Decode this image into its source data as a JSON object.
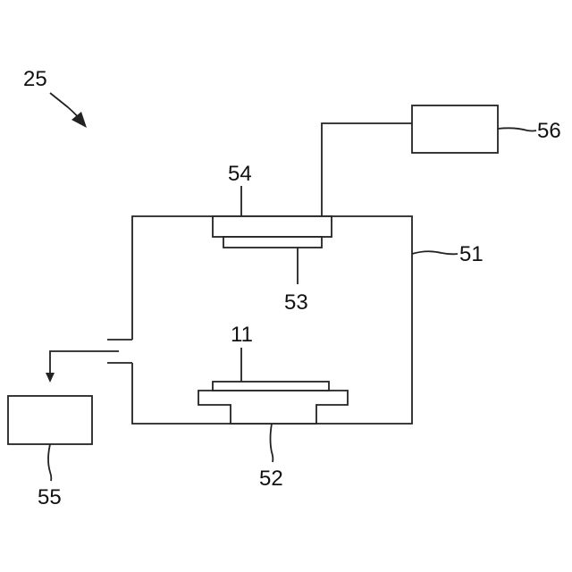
{
  "diagram": {
    "ref_apparatus": "25",
    "ref_chamber": "51",
    "ref_stage": "52",
    "ref_upper_plate": "53",
    "ref_upper_holder": "54",
    "ref_exhaust_unit": "55",
    "ref_power_unit": "56",
    "ref_wafer": "11",
    "line_color": "#222222",
    "background": "#ffffff"
  }
}
